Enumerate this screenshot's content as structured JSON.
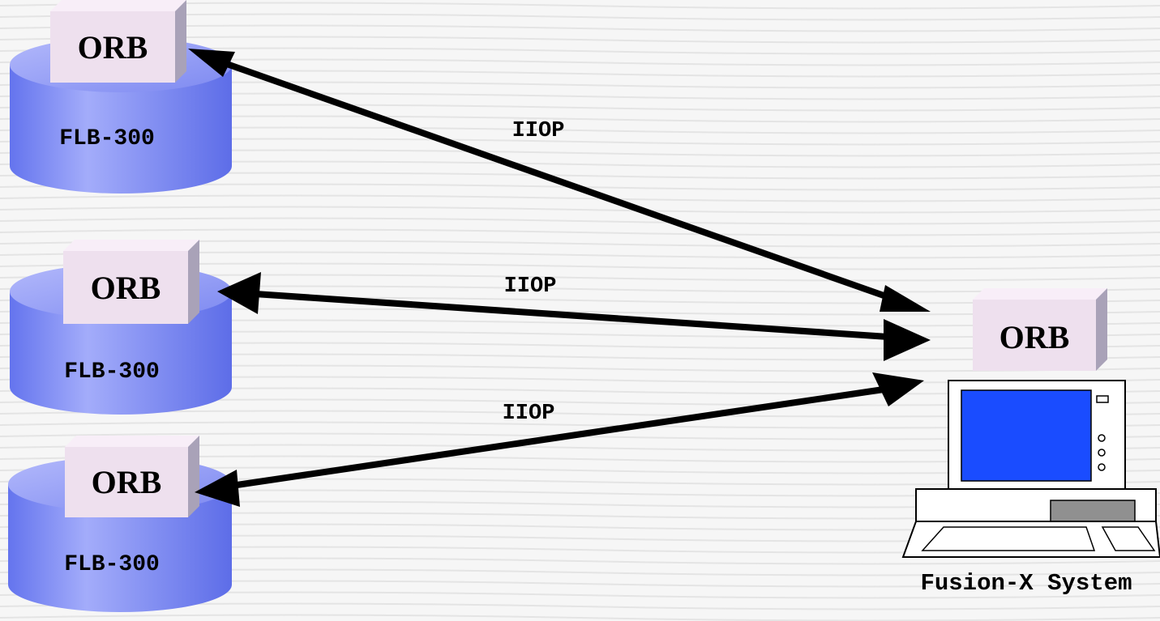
{
  "nodes": [
    {
      "id": "db1",
      "broker_label": "ORB",
      "name": "FLB-300"
    },
    {
      "id": "db2",
      "broker_label": "ORB",
      "name": "FLB-300"
    },
    {
      "id": "db3",
      "broker_label": "ORB",
      "name": "FLB-300"
    }
  ],
  "system": {
    "broker_label": "ORB",
    "name": "Fusion-X System"
  },
  "links": [
    {
      "from": "db1",
      "to": "system",
      "label": "IIOP"
    },
    {
      "from": "db2",
      "to": "system",
      "label": "IIOP"
    },
    {
      "from": "db3",
      "to": "system",
      "label": "IIOP"
    }
  ],
  "colors": {
    "cylinder": "#7f8cf2",
    "cylinder_top": "#9aa5f8",
    "orb_box": "#eee0ee",
    "screen": "#1a4cff",
    "arrow": "#000000"
  }
}
